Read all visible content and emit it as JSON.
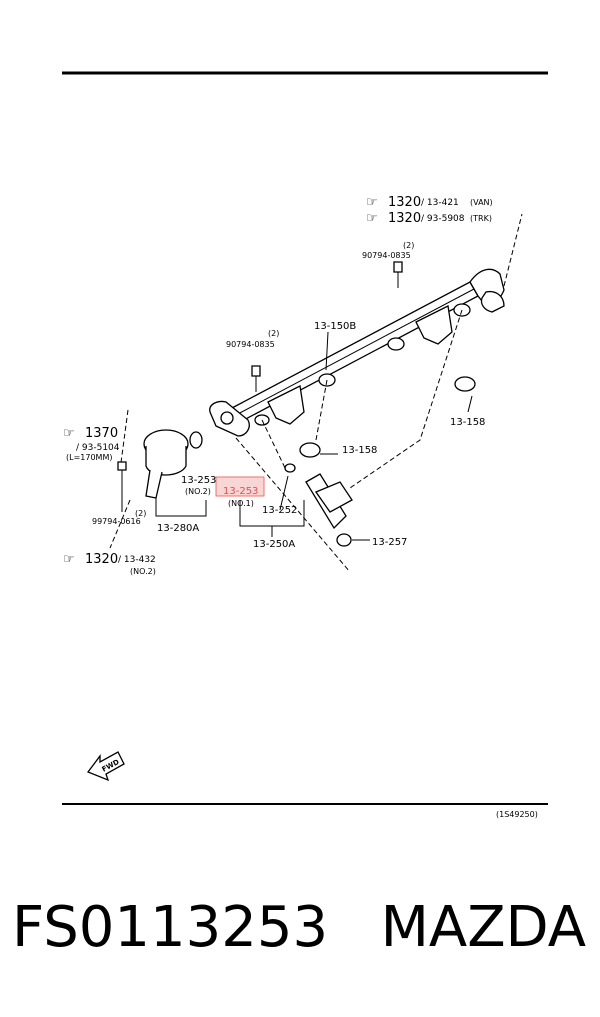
{
  "labels": {
    "ref_1320_van": "1320",
    "ref_1320_van_sub": "/ 13-421",
    "ref_van": "(VAN)",
    "ref_1320_trk": "1320",
    "ref_1320_trk_sub": "/ 93-5908",
    "ref_trk": "(TRK)",
    "bolt_top_qty": "(2)",
    "bolt_top": "90794-0835",
    "rail": "13-150B",
    "bolt_left_qty": "(2)",
    "bolt_left": "90794-0835",
    "ref_1370": "1370",
    "ref_1370_sub": "/ 93-5104",
    "ref_1370_len": "(L=170MM)",
    "seal_158_a": "13-158",
    "seal_158_b": "13-158",
    "oring_no2": "13-253",
    "oring_no2_note": "(NO.2)",
    "oring_no1": "13-253",
    "oring_no1_note": "(NO.1)",
    "bolt_bottom_qty": "(2)",
    "bolt_bottom": "99794-0616",
    "regulator": "13-280A",
    "insulator": "13-252",
    "injector": "13-250A",
    "seal_257": "13-257",
    "ref_1320_bottom": "1320",
    "ref_1320_bottom_sub": "/ 13-432",
    "ref_1320_bottom_note": "(NO.2)",
    "fwd": "FWD",
    "drawing_no": "(1S49250)"
  },
  "footer": {
    "part_number": "FS0113253",
    "brand": "MAZDA"
  },
  "colors": {
    "highlight": "#f07070",
    "ink": "#000000"
  }
}
